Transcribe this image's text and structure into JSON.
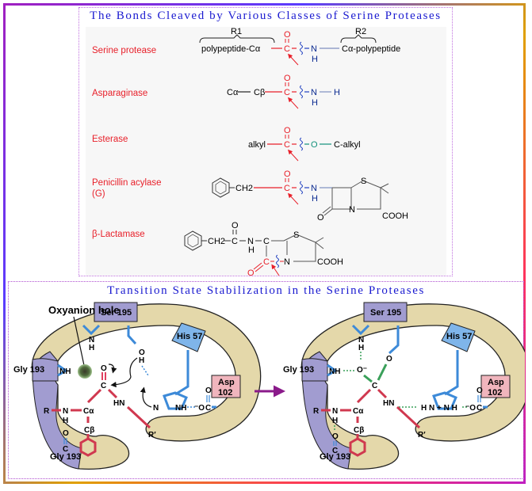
{
  "top_panel": {
    "title": "The Bonds Cleaved by Various Classes of Serine Proteases",
    "classes": [
      {
        "label": "Serine protease",
        "left": "polypeptide-Cα",
        "r1": "R1",
        "r2": "R2",
        "right": "Cα-polypeptide",
        "carbonyl_O": "O",
        "carbonyl_C": "C",
        "N": "N",
        "H": "H"
      },
      {
        "label": "Asparaginase",
        "ca": "Cα",
        "cb": "Cβ",
        "carbonyl_O": "O",
        "carbonyl_C": "C",
        "N": "N",
        "H_below": "H",
        "H_right": "H"
      },
      {
        "label": "Esterase",
        "left": "alkyl",
        "carbonyl_O": "O",
        "carbonyl_C": "C",
        "O": "O",
        "right": "C-alkyl"
      },
      {
        "label": "Penicillin acylase",
        "label2": "(G)",
        "ch2": "CH2",
        "carbonyl_O": "O",
        "carbonyl_C": "C",
        "N": "N",
        "H": "H",
        "S": "S",
        "ring_N": "N",
        "ring_O": "O",
        "cooh": "COOH"
      },
      {
        "label": "β-Lactamase",
        "ch2": "CH2",
        "C": "C",
        "O_top": "O",
        "N": "N",
        "H": "H",
        "C2": "C",
        "S": "S",
        "ring_C": "C",
        "ring_O": "O",
        "ring_N": "N",
        "cooh": "COOH"
      }
    ]
  },
  "bottom_panel": {
    "title": "Transition State Stabilization in the Serine Proteases",
    "left": {
      "oxyanion_label": "Oxyanion hole",
      "ser": "Ser 195",
      "his": "His 57",
      "gly_top": "Gly 193",
      "gly_bottom": "Gly 193",
      "asp1": "Asp",
      "asp2": "102",
      "nh_ser_n": "N",
      "nh_ser_h": "H",
      "nh_gly": "NH",
      "o_carbonyl": "O",
      "c_carbonyl": "C",
      "oh_o": "O",
      "oh_h": "H",
      "hn": "HN",
      "r_prime": "R′",
      "ring_n": "N",
      "ring_nh": "NH",
      "o_minus": "⁻O",
      "asp_c": "C",
      "asp_o": "O",
      "r": "R",
      "n": "N",
      "h": "H",
      "ca": "Cα",
      "cb": "Cβ",
      "o_gly": "O",
      "c_gly": "C"
    },
    "right": {
      "ser": "Ser 195",
      "his": "His 57",
      "gly_top": "Gly 193",
      "gly_bottom": "Gly 193",
      "asp1": "Asp",
      "asp2": "102",
      "nh_ser_n": "N",
      "nh_ser_h": "H",
      "nh_gly": "NH",
      "o_minus": "O⁻",
      "o_ser": "O",
      "c": "C",
      "hn": "HN",
      "ring": "H N + N H",
      "o_asp_minus": "⁻O",
      "asp_c": "C",
      "asp_o": "O",
      "r_prime": "R′",
      "r": "R",
      "n": "N",
      "h": "H",
      "ca": "Cα",
      "cb": "Cβ",
      "o_gly": "O",
      "c_gly": "C"
    }
  }
}
